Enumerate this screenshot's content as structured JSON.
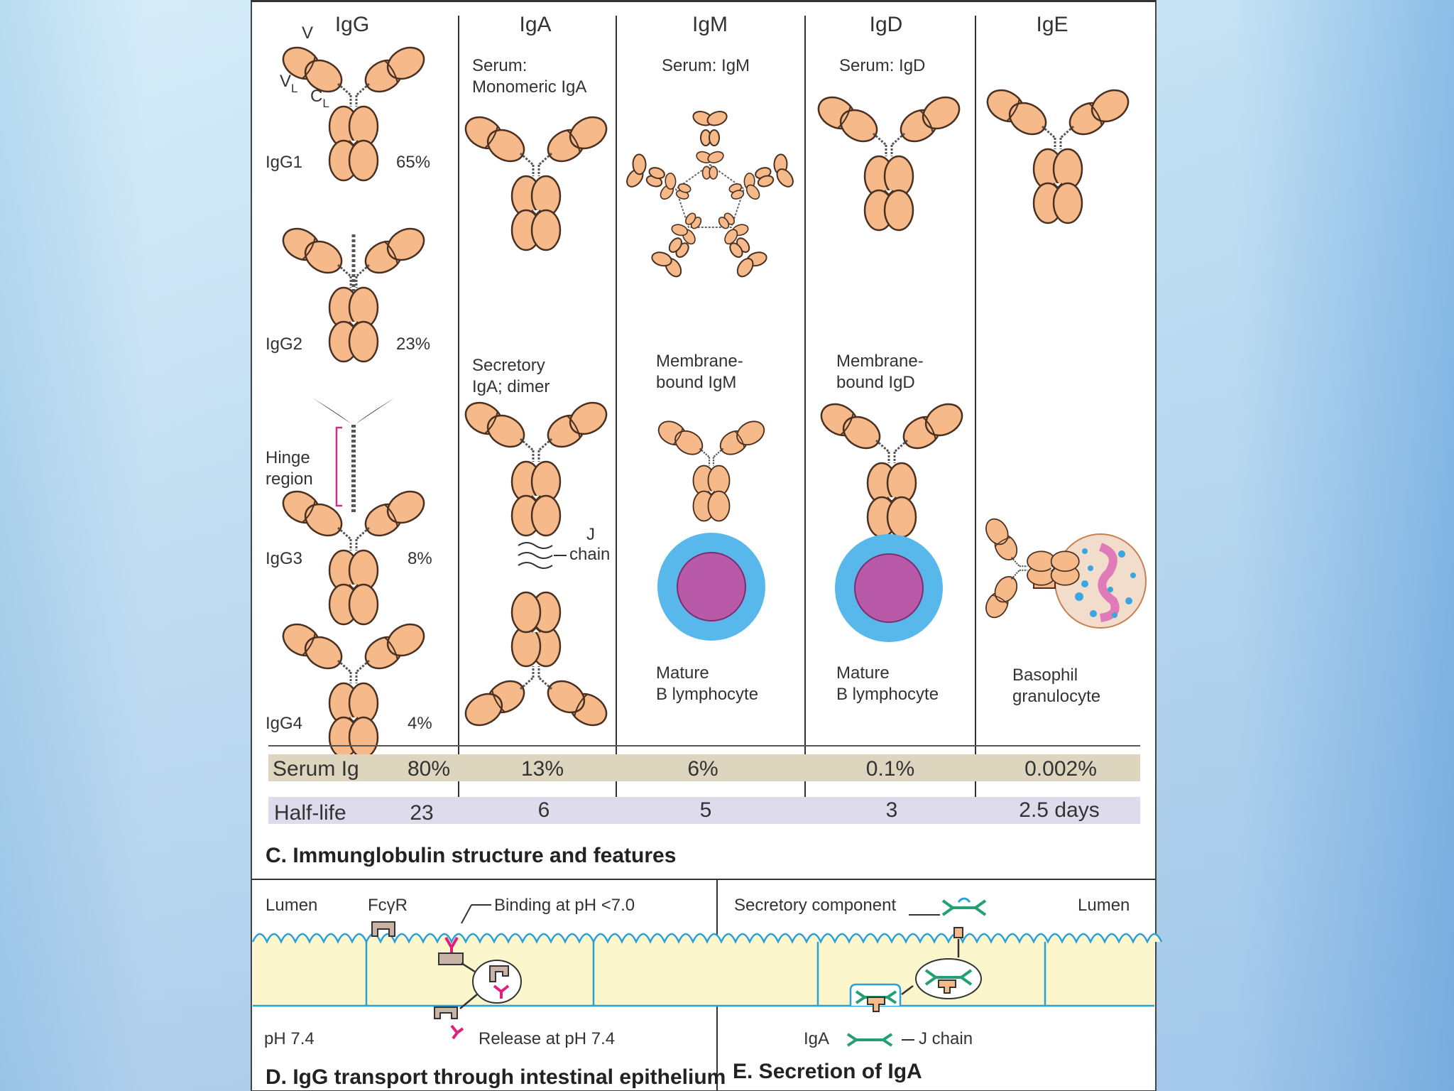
{
  "columns": [
    "IgG",
    "IgA",
    "IgM",
    "IgD",
    "IgE"
  ],
  "igg": {
    "domain_v": "V",
    "domain_vl": "V",
    "domain_vl_sub": "L",
    "domain_cl": "C",
    "domain_cl_sub": "L",
    "subclasses": [
      {
        "name": "IgG1",
        "pct": "65%"
      },
      {
        "name": "IgG2",
        "pct": "23%"
      },
      {
        "name": "IgG3",
        "pct": "8%"
      },
      {
        "name": "IgG4",
        "pct": "4%"
      }
    ],
    "hinge_1": "Hinge",
    "hinge_2": "region"
  },
  "iga": {
    "serum_1": "Serum:",
    "serum_2": "Monomeric IgA",
    "sec_1": "Secretory",
    "sec_2": "IgA; dimer",
    "j_1": "J",
    "j_2": "chain"
  },
  "igm": {
    "serum": "Serum: IgM",
    "mem_1": "Membrane-",
    "mem_2": "bound IgM",
    "cell_1": "Mature",
    "cell_2": "B lymphocyte"
  },
  "igd": {
    "serum": "Serum: IgD",
    "mem_1": "Membrane-",
    "mem_2": "bound IgD",
    "cell_1": "Mature",
    "cell_2": "B lymphocyte"
  },
  "ige": {
    "cell_1": "Basophil",
    "cell_2": "granulocyte"
  },
  "rows": [
    {
      "label": "Serum Ig",
      "values": [
        "80%",
        "13%",
        "6%",
        "0.1%",
        "0.002%"
      ]
    },
    {
      "label": "Half-life",
      "values": [
        "23",
        "6",
        "5",
        "3",
        "2.5 days"
      ]
    }
  ],
  "section_c": "C. Immunglobulin structure and features",
  "section_d": {
    "lumen": "Lumen",
    "receptor": "FcγR",
    "binding": "Binding at pH <7.0",
    "ph": "pH 7.4",
    "release": "Release at pH 7.4",
    "title": "D. IgG transport through intestinal epithelium"
  },
  "section_e": {
    "secretory": "Secretory component",
    "lumen": "Lumen",
    "iga": "IgA",
    "jchain": "J chain",
    "title": "E. Secretion of IgA"
  },
  "colors": {
    "antibody": "#f5b98a",
    "outline": "#4a3020",
    "cell_outer": "#58b8ec",
    "cell_inner": "#b85aa8",
    "epithelium": "#fbf6cc",
    "membrane": "#2aa0d8",
    "row1": "#ddd5bd",
    "row2": "#dedcec"
  }
}
